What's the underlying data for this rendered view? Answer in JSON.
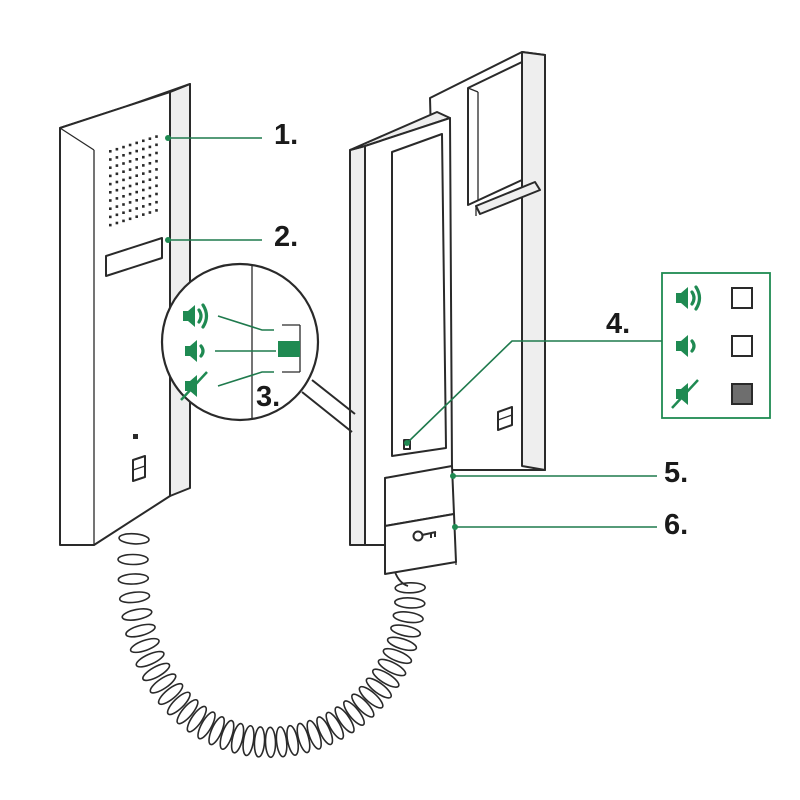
{
  "callouts": {
    "item1": "1.",
    "item2": "2.",
    "item3": "3.",
    "item4": "4.",
    "item5": "5.",
    "item6": "6."
  },
  "volume_legend": {
    "rows": [
      {
        "icon": "speaker-loud-icon",
        "state": "unchecked"
      },
      {
        "icon": "speaker-low-icon",
        "state": "unchecked"
      },
      {
        "icon": "speaker-muted-icon",
        "state": "checked"
      }
    ]
  },
  "volume_switch_positions": [
    "speaker-loud-icon",
    "speaker-low-icon",
    "speaker-muted-icon"
  ],
  "colors": {
    "accent": "#1f8a52",
    "outline": "#2a2a2a",
    "checked_fill": "#6e6e6e"
  }
}
